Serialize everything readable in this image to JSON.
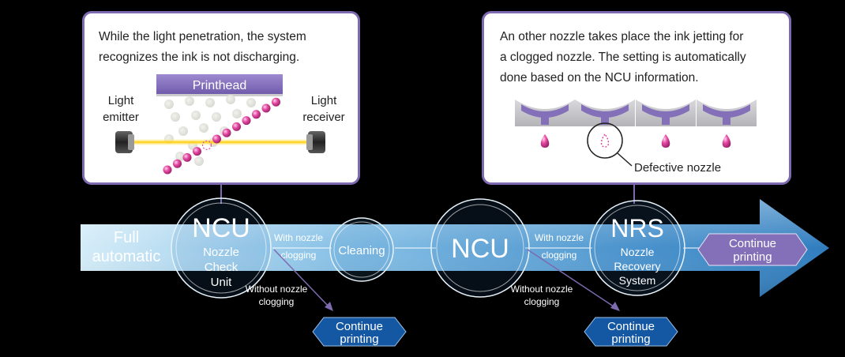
{
  "colors": {
    "background": "#000000",
    "panel_border": "#7d6ab0",
    "arrow_light": "#c9e6f5",
    "arrow_mid": "#5a9dcc",
    "arrow_dark": "#2f7cbe",
    "purple_hex": "#8370b8",
    "blue_hex": "#1457a3",
    "ink_pink": "#e0409a",
    "laser": "#ffd21c"
  },
  "left_panel": {
    "text_line1": "While the light penetration, the system",
    "text_line2": "recognizes the ink is not discharging.",
    "printhead_label": "Printhead",
    "emitter_label_line1": "Light",
    "emitter_label_line2": "emitter",
    "receiver_label_line1": "Light",
    "receiver_label_line2": "receiver"
  },
  "right_panel": {
    "text_line1": "An other nozzle takes place the ink jetting for",
    "text_line2": "a clogged nozzle. The setting is automatically",
    "text_line3": "done based on the NCU information.",
    "defective_label": "Defective nozzle"
  },
  "flow": {
    "start_line1": "Full",
    "start_line2": "automatic",
    "ncu1_title": "NCU",
    "ncu1_sub1": "Nozzle",
    "ncu1_sub2": "Check",
    "ncu1_sub3": "Unit",
    "with_clog_line1": "With nozzle",
    "with_clog_line2": "clogging",
    "without_clog_line1": "Without nozzle",
    "without_clog_line2": "clogging",
    "cleaning": "Cleaning",
    "ncu2_title": "NCU",
    "with_clog2_line1": "With nozzle",
    "with_clog2_line2": "clogging",
    "without_clog2_line1": "Without nozzle",
    "without_clog2_line2": "clogging",
    "nrs_title": "NRS",
    "nrs_sub1": "Nozzle",
    "nrs_sub2": "Recovery",
    "nrs_sub3": "System",
    "continue_end_line1": "Continue",
    "continue_end_line2": "printing",
    "continue1_line1": "Continue",
    "continue1_line2": "printing",
    "continue2_line1": "Continue",
    "continue2_line2": "printing"
  }
}
